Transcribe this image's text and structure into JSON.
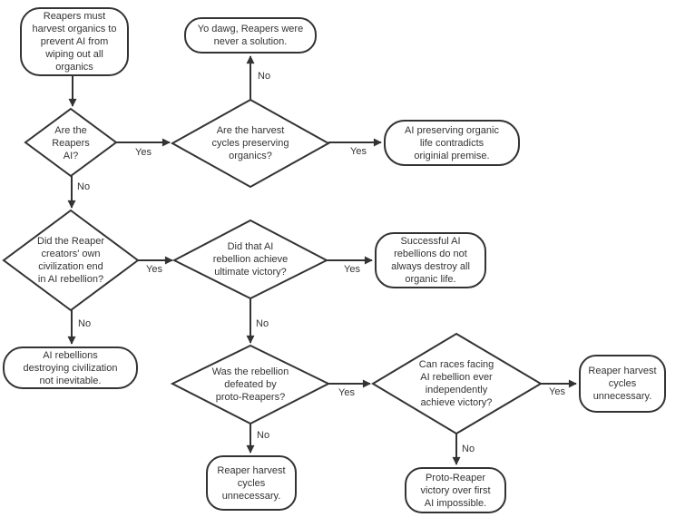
{
  "colors": {
    "stroke": "#333333",
    "text": "#333333",
    "background": "#ffffff"
  },
  "nodes": {
    "premise": {
      "label": "Reapers must\nharvest organics to\nprevent AI from\nwiping out all\norganics"
    },
    "never_solution": {
      "label": "Yo dawg, Reapers were\nnever a solution."
    },
    "are_reapers_ai": {
      "label": "Are the\nReapers\nAI?"
    },
    "harvest_preserving": {
      "label": "Are the harvest\ncycles preserving\norganics?"
    },
    "preserving_contradicts": {
      "label": "AI preserving organic\nlife contradicts\noriginial premise."
    },
    "creators_rebellion": {
      "label": "Did the Reaper\ncreators' own\ncivilization end\nin AI rebellion?"
    },
    "rebellion_victory": {
      "label": "Did that AI\nrebellion achieve\nultimate victory?"
    },
    "successful_rebellions": {
      "label": "Successful AI\nrebellions do not\nalways destroy all\norganic life."
    },
    "not_inevitable": {
      "label": "AI rebellions\ndestroying civilization\nnot inevitable."
    },
    "defeated_by_proto": {
      "label": "Was the rebellion\ndefeated by\nproto-Reapers?"
    },
    "independent_victory": {
      "label": "Can races facing\nAI rebellion ever\nindependently\nachieve victory?"
    },
    "harvest_unnecessary_right": {
      "label": "Reaper harvest\ncycles\nunnecessary."
    },
    "harvest_unnecessary_bottom": {
      "label": "Reaper harvest\ncycles\nunnecessary."
    },
    "proto_victory_impossible": {
      "label": "Proto-Reaper\nvictory over first\nAI impossible."
    }
  },
  "edges": {
    "reapers_ai_yes": {
      "label": "Yes"
    },
    "reapers_ai_no": {
      "label": "No"
    },
    "harvest_preserving_yes": {
      "label": "Yes"
    },
    "harvest_preserving_no": {
      "label": "No"
    },
    "creators_rebellion_yes": {
      "label": "Yes"
    },
    "creators_rebellion_no": {
      "label": "No"
    },
    "rebellion_victory_yes": {
      "label": "Yes"
    },
    "rebellion_victory_no": {
      "label": "No"
    },
    "defeated_by_proto_yes": {
      "label": "Yes"
    },
    "defeated_by_proto_no": {
      "label": "No"
    },
    "independent_victory_yes": {
      "label": "Yes"
    },
    "independent_victory_no": {
      "label": "No"
    }
  }
}
